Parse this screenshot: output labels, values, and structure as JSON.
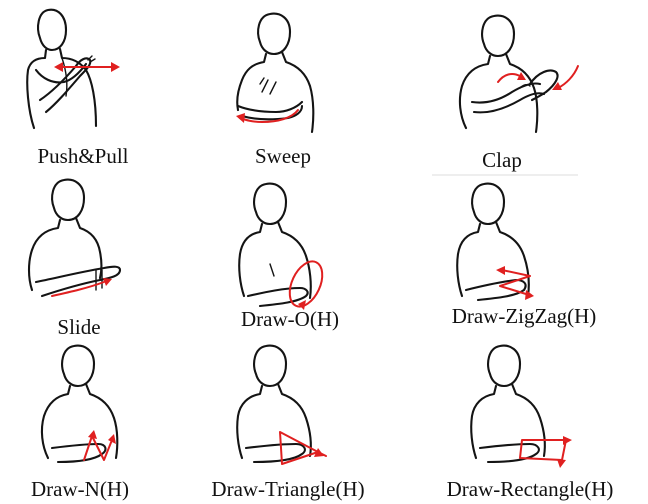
{
  "colors": {
    "arrow": "#e02020",
    "figure": "#141414",
    "background": "#ffffff"
  },
  "gestures": [
    {
      "label": "Push&Pull"
    },
    {
      "label": "Sweep"
    },
    {
      "label": "Clap"
    },
    {
      "label": "Slide"
    },
    {
      "label": "Draw-O(H)"
    },
    {
      "label": "Draw-ZigZag(H)"
    },
    {
      "label": "Draw-N(H)"
    },
    {
      "label": "Draw-Triangle(H)"
    },
    {
      "label": "Draw-Rectangle(H)"
    }
  ]
}
